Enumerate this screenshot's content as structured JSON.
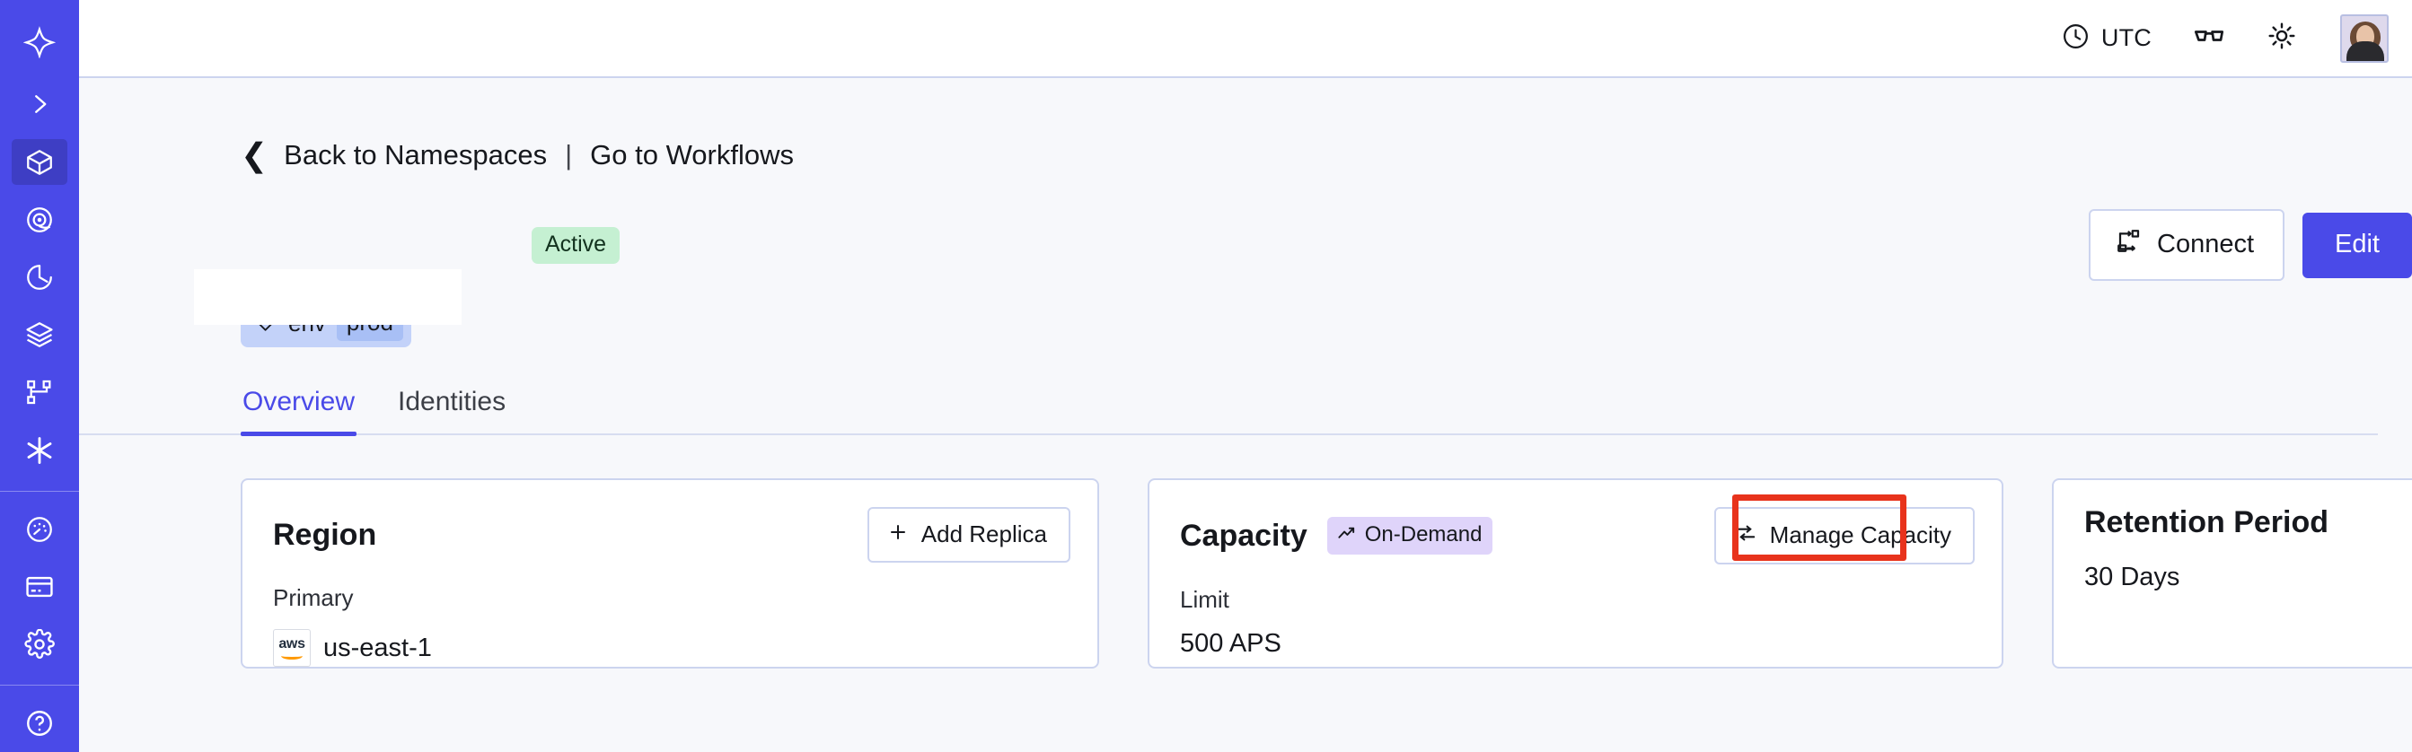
{
  "sidebar": {
    "items": [
      {
        "name": "temporal-logo",
        "label": "Temporal",
        "icon": "temporal-logo-icon",
        "active": false
      },
      {
        "name": "expand-nav",
        "label": "Expand navigation",
        "icon": "chevron-right-icon",
        "active": false
      },
      {
        "name": "namespaces",
        "label": "Namespaces",
        "icon": "cube-icon",
        "active": true
      },
      {
        "name": "observability",
        "label": "Observability",
        "icon": "eye-icon",
        "active": false
      },
      {
        "name": "schedules",
        "label": "Schedules",
        "icon": "timer-icon",
        "active": false
      },
      {
        "name": "batch-operations",
        "label": "Batch Operations",
        "icon": "layers-icon",
        "active": false
      },
      {
        "name": "workflows",
        "label": "Workflows",
        "icon": "node-graph-icon",
        "active": false
      },
      {
        "name": "nexus",
        "label": "Nexus",
        "icon": "asterisk-icon",
        "active": false
      },
      {
        "name": "usage",
        "label": "Usage",
        "icon": "gauge-icon",
        "active": false
      },
      {
        "name": "billing",
        "label": "Billing",
        "icon": "credit-card-icon",
        "active": false
      },
      {
        "name": "settings",
        "label": "Settings",
        "icon": "gear-icon",
        "active": false
      }
    ]
  },
  "topbar": {
    "timezone": "UTC",
    "timezone_icon": "clock-icon",
    "glasses_icon": "glasses-icon",
    "theme_icon": "sun-icon",
    "avatar_alt": "User avatar"
  },
  "breadcrumb": {
    "back_icon": "chevron-left-icon",
    "back_label": "Back to Namespaces",
    "separator": "|",
    "link_label": "Go to Workflows"
  },
  "header": {
    "namespace_name": "",
    "status_badge": "Active",
    "tag": {
      "icon": "tag-icon",
      "key": "env",
      "value": "prod"
    },
    "connect_label": "Connect",
    "connect_icon": "connect-icon",
    "edit_label": "Edit"
  },
  "tabs": [
    {
      "label": "Overview",
      "active": true
    },
    {
      "label": "Identities",
      "active": false
    }
  ],
  "cards": {
    "region": {
      "title": "Region",
      "action_label": "Add Replica",
      "action_icon": "plus-icon",
      "sub_label": "Primary",
      "provider_icon": "aws-logo-icon",
      "provider_text": "aws",
      "value": "us-east-1"
    },
    "capacity": {
      "title": "Capacity",
      "badge_label": "On-Demand",
      "badge_icon": "trending-up-icon",
      "action_label": "Manage Capacity",
      "action_icon": "sliders-icon",
      "sub_label": "Limit",
      "value": "500 APS",
      "highlighted": true
    },
    "retention": {
      "title": "Retention Period",
      "value": "30 Days"
    }
  },
  "colors": {
    "sidebar_bg": "#4a4ae8",
    "accent": "#4a4ae8",
    "page_bg": "#f7f8fb",
    "card_border": "#ccd4ef",
    "status_active_bg": "#c5f0d2",
    "badge_ondemand_bg": "#dfd4fa",
    "tag_bg": "#c3d2f9",
    "tag_value_bg": "#a8bff5",
    "annotation_red": "#e8331c"
  }
}
